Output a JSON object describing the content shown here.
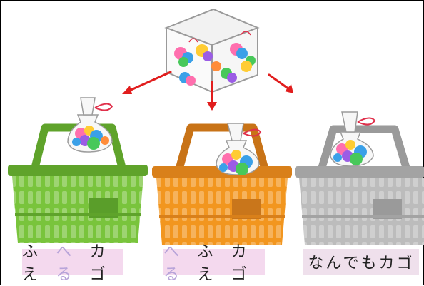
{
  "labels": {
    "basket1": {
      "part_a": "ふえ",
      "part_b": "へる",
      "part_c": "カゴ"
    },
    "basket2": {
      "part_a": "へる",
      "part_b": "ふえ",
      "part_c": "カゴ"
    },
    "basket3": {
      "text": "なんでもカゴ"
    }
  },
  "colors": {
    "basket_green": "#79c43c",
    "basket_orange": "#f2961f",
    "basket_gray": "#bcbcbc",
    "arrow_red": "#e11d1d",
    "label_background": "#f4d9ee",
    "highlight_text": "#b7a3d9"
  },
  "icons": {
    "source_box": "transparent-box-icon",
    "arrows": "red-arrow-icon",
    "bags": "candy-bag-icon",
    "baskets": "shopping-basket-icon"
  }
}
